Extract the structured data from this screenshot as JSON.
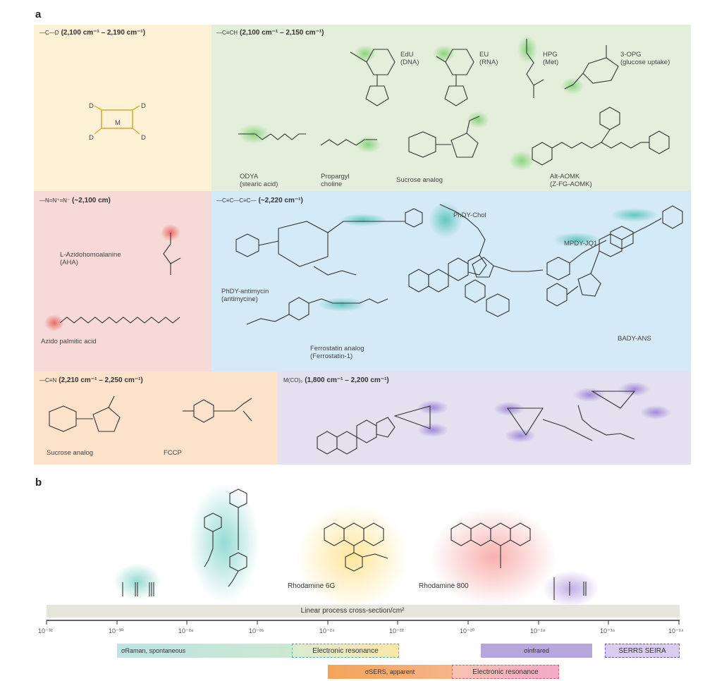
{
  "panel_a": {
    "letter": "a",
    "deuterium": {
      "bond": "—C—D",
      "range": "(2,100 cm⁻¹ – 2,190 cm⁻¹)",
      "atom_d": "D",
      "atom_m": "M"
    },
    "alkyne": {
      "bond": "—C≡CH",
      "range": "(2,100 cm⁻¹ – 2,150 cm⁻¹)",
      "molecules": [
        {
          "name": "EdU",
          "sub": "(DNA)"
        },
        {
          "name": "EU",
          "sub": "(RNA)"
        },
        {
          "name": "HPG",
          "sub": "(Met)"
        },
        {
          "name": "3-OPG",
          "sub": "(glucose uptake)"
        },
        {
          "name": "ODYA",
          "sub": "(stearic acid)"
        },
        {
          "name": "Propargyl",
          "sub": "choline"
        },
        {
          "name": "Sucrose analog",
          "sub": ""
        },
        {
          "name": "Alt-AOMK",
          "sub": "(Z-FG-AOMK)"
        }
      ]
    },
    "azide": {
      "bond": "—N=N⁺=N⁻",
      "range": "(~2,100 cm)",
      "molecules": [
        {
          "name": "L-Azidohomoalanine",
          "sub": "(AHA)"
        },
        {
          "name": "Azido palmitic acid",
          "sub": ""
        }
      ]
    },
    "diyne": {
      "bond": "—C≡C—C≡C—",
      "range": "(~2,220 cm⁻¹)",
      "molecules": [
        {
          "name": "PhDY-antimycin",
          "sub": "(antimycine)"
        },
        {
          "name": "PhDY-Chol",
          "sub": ""
        },
        {
          "name": "MPDY-JQ1",
          "sub": ""
        },
        {
          "name": "Ferrostatin analog",
          "sub": "(Ferrostatin-1)"
        },
        {
          "name": "BADY-ANS",
          "sub": ""
        }
      ]
    },
    "nitrile": {
      "bond": "—C≡N",
      "range": "(2,210 cm⁻¹ – 2,250 cm⁻¹)",
      "molecules": [
        {
          "name": "Sucrose analog",
          "sub": ""
        },
        {
          "name": "FCCP",
          "sub": ""
        }
      ]
    },
    "metal_carbonyl": {
      "bond": "M(CO)₃",
      "range": "(1,800 cm⁻¹ – 2,200 cm⁻¹)"
    }
  },
  "panel_b": {
    "letter": "b",
    "axis_label": "Linear process cross-section/cm²",
    "ticks": [
      "10⁻³²",
      "10⁻³⁰",
      "10⁻²⁸",
      "10⁻²⁶",
      "10⁻²⁴",
      "10⁻²²",
      "10⁻²⁰",
      "10⁻¹⁸",
      "10⁻¹⁶",
      "10⁻¹⁴"
    ],
    "dyes": [
      {
        "name": "Rhodamine 6G"
      },
      {
        "name": "Rhodamine 800"
      }
    ],
    "bars": {
      "raman": "σRaman, spontaneous",
      "electronic_resonance_1": "Electronic resonance",
      "infrared": "σinfrared",
      "serrs": "SERRS SEIRA",
      "sers": "σSERS, apparent",
      "electronic_resonance_2": "Electronic resonance"
    }
  },
  "colors": {
    "deuterium_bg": "#fdf1d6",
    "alkyne_bg": "#e3efdb",
    "azide_bg": "#f7d9d7",
    "diyne_bg": "#d5eaf7",
    "nitrile_bg": "#fce2cb",
    "metal_bg": "#e4e0ef",
    "glow_green": "#7ccf6e",
    "glow_teal": "#4fc2b7",
    "glow_red": "#e4605a",
    "glow_purple": "#9b7fd8"
  }
}
